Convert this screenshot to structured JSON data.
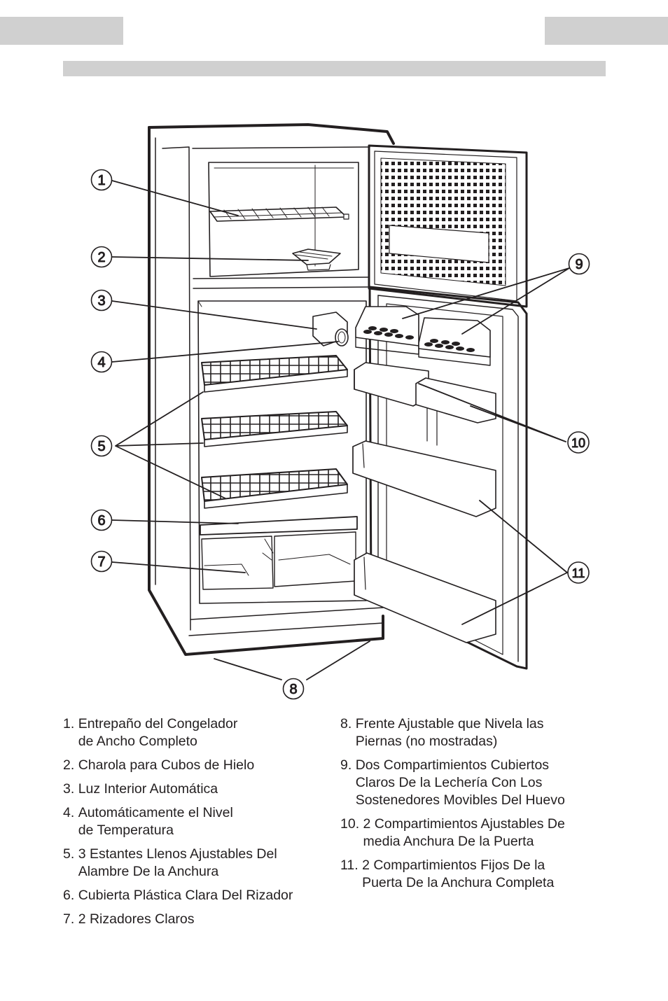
{
  "header": {
    "tab_left": "",
    "tab_right": ""
  },
  "legend": [
    {
      "num": "1. ",
      "lines": [
        "Entrepaño del Congelador",
        "de Ancho Completo"
      ]
    },
    {
      "num": "2. ",
      "lines": [
        "Charola para Cubos de Hielo"
      ]
    },
    {
      "num": "3. ",
      "lines": [
        "Luz Interior Automática"
      ]
    },
    {
      "num": "4. ",
      "lines": [
        "Automáticamente el Nivel",
        "de Temperatura"
      ]
    },
    {
      "num": "5. ",
      "lines": [
        "3 Estantes Llenos Ajustables Del",
        "Alambre De la Anchura"
      ]
    },
    {
      "num": "6. ",
      "lines": [
        "Cubierta Plástica Clara Del Rizador"
      ]
    },
    {
      "num": "7. ",
      "lines": [
        "2 Rizadores Claros"
      ]
    },
    {
      "num": "8. ",
      "lines": [
        "Frente Ajustable que Nivela las",
        "Piernas (no mostradas)"
      ]
    },
    {
      "num": "9. ",
      "lines": [
        "Dos Compartimientos Cubiertos",
        "Claros De la Lechería Con Los",
        "Sostenedores Movibles Del Huevo"
      ]
    },
    {
      "num": "10. ",
      "lines": [
        "2 Compartimientos Ajustables De",
        "media Anchura De la Puerta"
      ]
    },
    {
      "num": "11. ",
      "lines": [
        "2 Compartimientos Fijos De la",
        "Puerta De la Anchura Completa"
      ]
    }
  ],
  "callouts": [
    "1",
    "2",
    "3",
    "4",
    "5",
    "6",
    "7",
    "8",
    "9",
    "10",
    "11"
  ]
}
